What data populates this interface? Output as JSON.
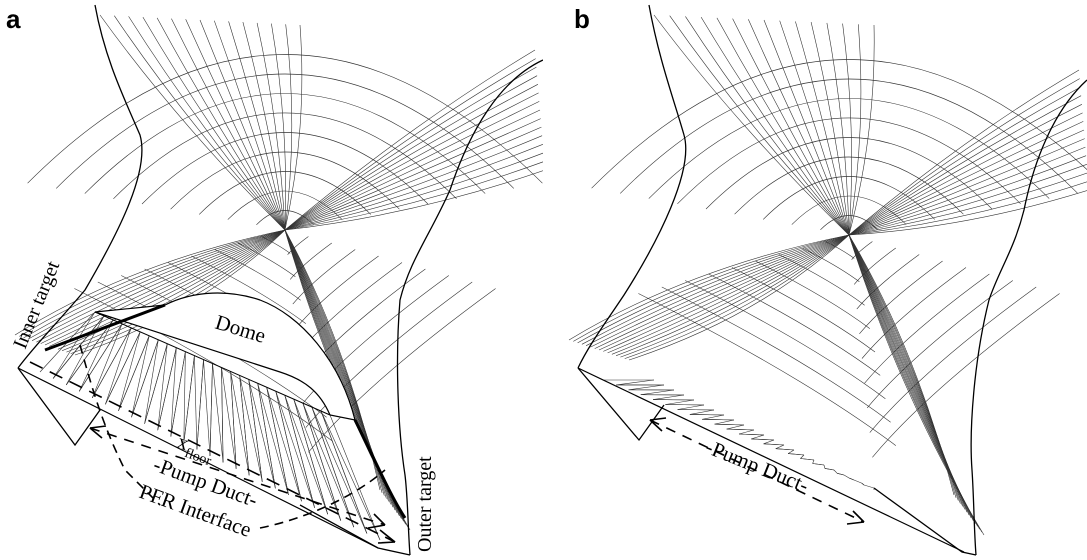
{
  "panels": [
    {
      "letter": "a",
      "labels": {
        "inner_target": "Inner target",
        "outer_target": "Outer target",
        "dome": "Dome",
        "x_floor_main": "x",
        "x_floor_sub": "floor",
        "pump_duct": "-Pump Duct-",
        "pfr_interface": "PFR Interface"
      }
    },
    {
      "letter": "b",
      "labels": {
        "pump_duct": "-Pump Duct-"
      }
    }
  ],
  "colors": {
    "line": "#000000",
    "mesh": "#333333",
    "background": "#ffffff"
  }
}
